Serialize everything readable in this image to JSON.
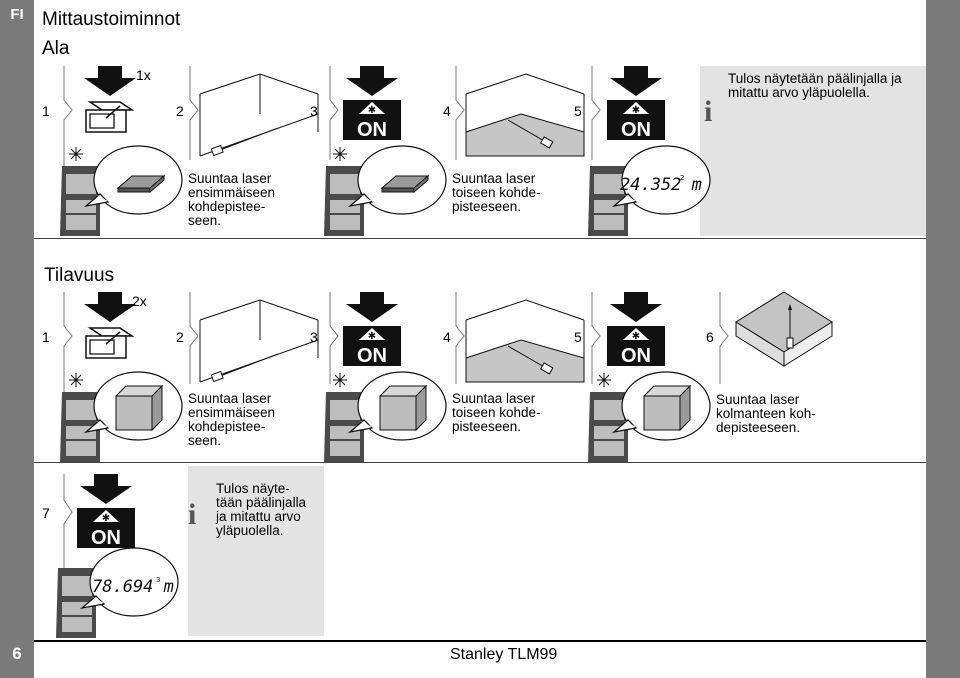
{
  "page": {
    "lang_code": "FI",
    "section_title": "Mittaustoiminnot",
    "page_number": "6",
    "footer": "Stanley TLM99"
  },
  "area": {
    "title": "Ala",
    "press_count": "1x",
    "steps": [
      "1",
      "2",
      "3",
      "4",
      "5"
    ],
    "aim1": "Suuntaa laser\nensimmäiseen\nkohdepistee-\nseen.",
    "aim2": "Suuntaa laser\ntoiseen kohde-\npisteeseen.",
    "result_note": "Tulos näytetään päälinjalla ja\nmitattu arvo yläpuolella.",
    "display_value": "24.352 m",
    "display_unit_sup": "2"
  },
  "volume": {
    "title": "Tilavuus",
    "press_count": "2x",
    "steps": [
      "1",
      "2",
      "3",
      "4",
      "5",
      "6",
      "7"
    ],
    "aim1": "Suuntaa laser\nensimmäiseen\nkohdepistee-\nseen.",
    "aim2": "Suuntaa laser\ntoiseen kohde-\npisteeseen.",
    "aim3": "Suuntaa laser\nkolmanteen koh-\ndepisteeseen.",
    "result_note": "Tulos näyte-\ntään päälinjalla\nja mitattu arvo\nyläpuolella.",
    "display_value": "78.694 m",
    "display_unit_sup": "3"
  },
  "icons": {
    "on_label": "ON",
    "info_glyph": "i"
  }
}
